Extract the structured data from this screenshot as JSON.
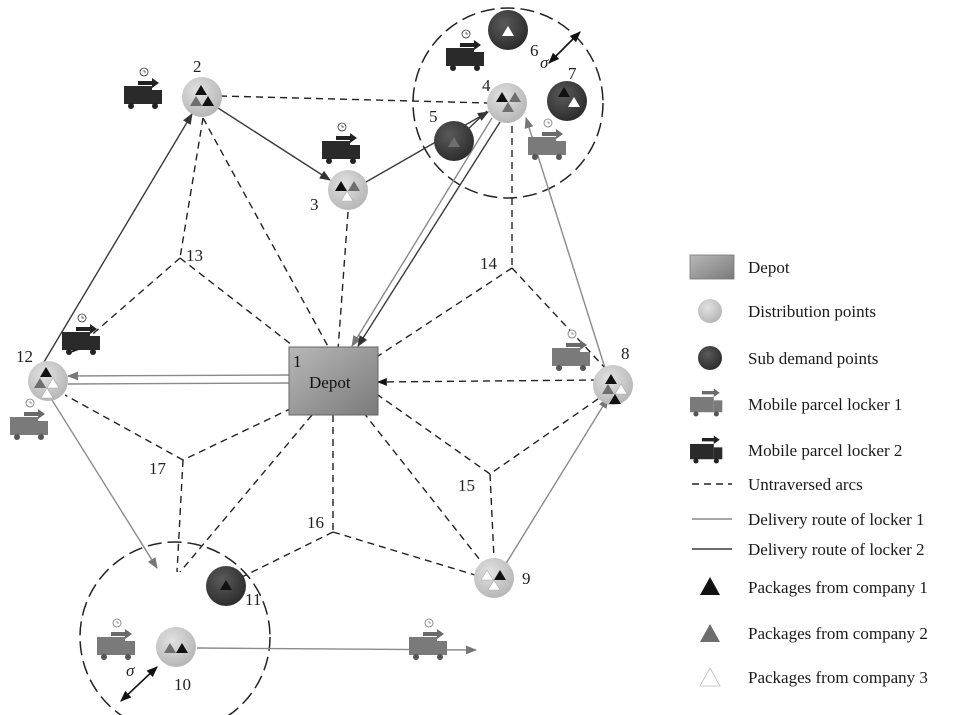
{
  "depot": {
    "number": "1",
    "label": "Depot"
  },
  "nodes": {
    "n2": "2",
    "n3": "3",
    "n4": "4",
    "n5": "5",
    "n6": "6",
    "n7": "7",
    "n8": "8",
    "n9": "9",
    "n10": "10",
    "n11": "11",
    "n12": "12",
    "n13": "13",
    "n14": "14",
    "n15": "15",
    "n16": "16",
    "n17": "17"
  },
  "sigma": "σ",
  "legend": {
    "depot": "Depot",
    "distribution_points": "Distribution points",
    "sub_demand_points": "Sub demand points",
    "locker1": "Mobile parcel locker 1",
    "locker2": "Mobile parcel locker 2",
    "untraversed": "Untraversed arcs",
    "route1": "Delivery route of locker 1",
    "route2": "Delivery route of locker 2",
    "pkg1": "Packages from company 1",
    "pkg2": "Packages from company 2",
    "pkg3": "Packages from company 3"
  },
  "colors": {
    "distribution_point": "#c8c8c8",
    "sub_demand_point": "#404040",
    "route_locker1": "#8a8a8a",
    "route_locker2": "#3a3a3a",
    "company1": "#111111",
    "company2": "#6e6e6e",
    "company3": "#ffffff"
  }
}
